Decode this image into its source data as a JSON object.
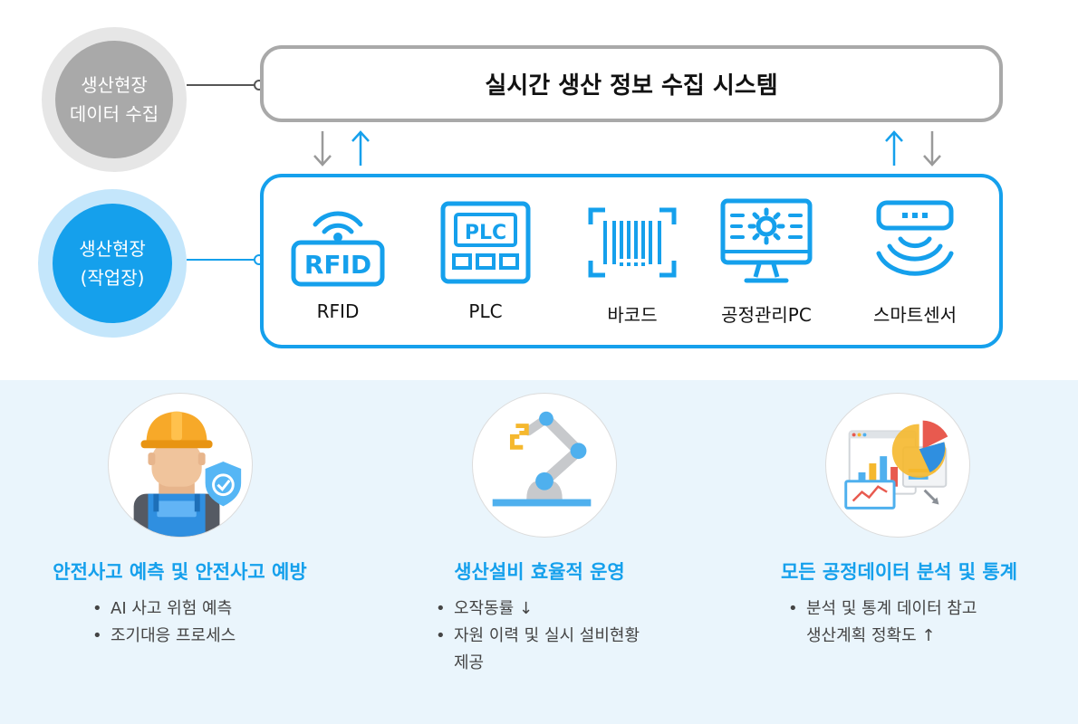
{
  "top": {
    "collection_circle": {
      "line1": "생산현장",
      "line2": "데이터 수집"
    },
    "worksite_circle": {
      "line1": "생산현장",
      "line2": "(작업장)"
    },
    "system_title": "실시간 생산 정보 수집 시스템",
    "devices": [
      {
        "label": "RFID",
        "icon": "rfid-icon",
        "icon_text": "RFID"
      },
      {
        "label": "PLC",
        "icon": "plc-icon",
        "icon_text": "PLC"
      },
      {
        "label": "바코드",
        "icon": "barcode-icon"
      },
      {
        "label": "공정관리PC",
        "icon": "monitor-gear-icon"
      },
      {
        "label": "스마트센서",
        "icon": "smart-sensor-icon"
      }
    ]
  },
  "features": [
    {
      "icon": "worker-shield-icon",
      "title": "안전사고 예측  및 안전사고 예방",
      "bullets": [
        "AI 사고 위험 예측",
        "조기대응 프로세스"
      ]
    },
    {
      "icon": "robot-arm-icon",
      "title": "생산설비 효율적 운영",
      "bullets": [
        "오작동률 ↓",
        "자원 이력 및 실시 설비현황",
        "제공"
      ]
    },
    {
      "icon": "analytics-dashboard-icon",
      "title": "모든 공정데이터 분석 및 통계",
      "bullets": [
        "분석 및 통계 데이터 참고",
        "생산계획 정확도 ↑"
      ]
    }
  ],
  "colors": {
    "accent_blue": "#15a0ec",
    "light_blue": "#c4e6fb",
    "gray": "#a9a9a9",
    "bottom_bg": "#eaf5fc"
  }
}
